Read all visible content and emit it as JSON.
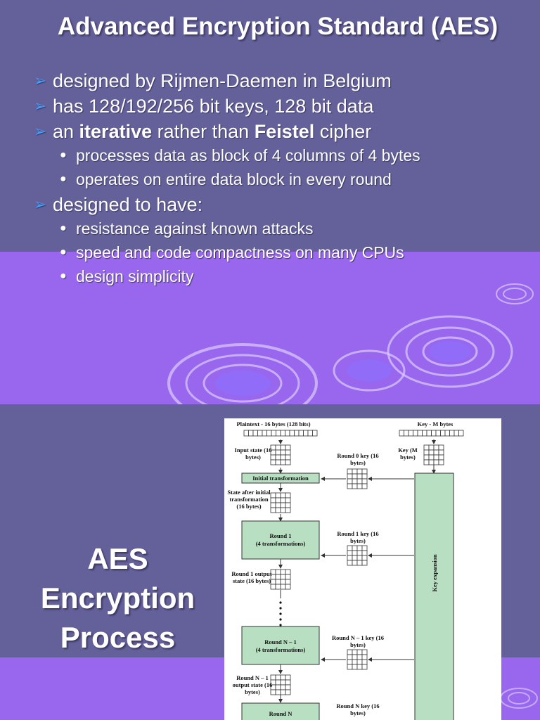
{
  "slide1": {
    "title": "Advanced Encryption Standard (AES)",
    "bullets": [
      {
        "text": "designed by Rijmen-Daemen in Belgium"
      },
      {
        "text": "has 128/192/256 bit keys, 128 bit data"
      },
      {
        "pre": "an ",
        "b1": "iterative",
        "mid": " rather than ",
        "b2": "Feistel",
        "post": " cipher",
        "sub": [
          "processes data as block of 4 columns of 4 bytes",
          "operates on entire data block in every round"
        ]
      },
      {
        "text": "designed to have:",
        "sub": [
          "resistance against known attacks",
          "speed and code compactness on many CPUs",
          "design simplicity"
        ]
      }
    ]
  },
  "slide2": {
    "title_lines": [
      "AES",
      "Encryption",
      "Process"
    ],
    "diagram": {
      "plaintext": "Plaintext - 16 bytes (128 bits)",
      "key": "Key - M bytes",
      "input_state": "Input state (16 bytes)",
      "key_state": "Key (M bytes)",
      "round0_key": "Round 0 key (16 bytes)",
      "initial_transformation": "Initial transformation",
      "state_after_initial": "State after initial transformation (16 bytes)",
      "round1": "Round 1",
      "round1_sub": "(4 transformations)",
      "round1_key": "Round 1 key (16 bytes)",
      "key_expansion": "Key expansion",
      "round1_output": "Round 1 output state (16 bytes)",
      "roundN1": "Round N – 1",
      "roundN1_sub": "(4 transformations)",
      "roundN1_key": "Round N – 1 key (16 bytes)",
      "roundN1_output": "Round N – 1 output state (16 bytes)",
      "roundN": "Round N",
      "roundN_key": "Round N key (16 bytes)"
    }
  }
}
